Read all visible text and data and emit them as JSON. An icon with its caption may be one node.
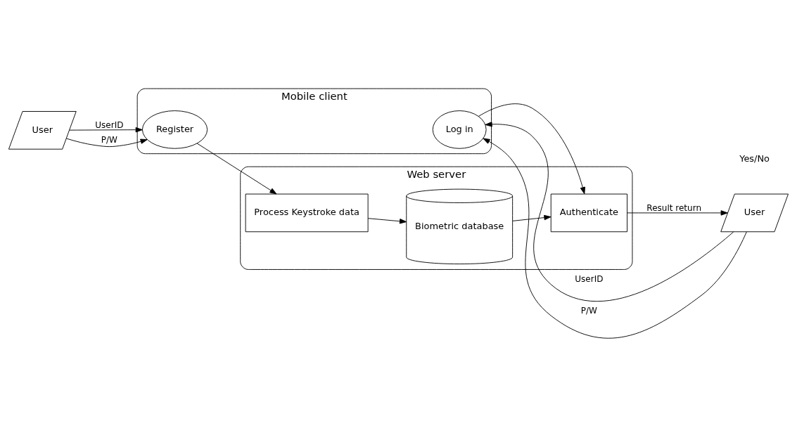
{
  "diagram": {
    "nodes": [
      {
        "text": [
          "User"
        ]
      },
      {
        "text": [
          "Mobile client"
        ]
      },
      {
        "text": [
          "Register"
        ],
        "in": 1
      },
      {
        "text": [
          "Log in"
        ],
        "in": 1
      },
      {
        "text": [
          "Web server"
        ]
      },
      {
        "text": [
          "Process Keystroke data"
        ],
        "in": 4
      },
      {
        "text": [
          "Biometric database"
        ],
        "in": 4
      },
      {
        "text": [
          "Authenticate"
        ],
        "in": 4
      },
      {
        "text": [
          "User"
        ]
      }
    ],
    "edges": [
      {
        "from": 0,
        "to": 2,
        "arrow": "to",
        "label": "UserID"
      },
      {
        "from": 0,
        "to": 2,
        "arrow": "to",
        "label": "P/W"
      },
      {
        "from": 8,
        "to": 3,
        "arrow": "to",
        "label": "UserID"
      },
      {
        "from": 8,
        "to": 3,
        "arrow": "to",
        "label": "P/W"
      },
      {
        "from": 2,
        "to": 5,
        "arrow": "to"
      },
      {
        "from": 5,
        "to": 6,
        "arrow": "to"
      },
      {
        "from": 3,
        "to": 7,
        "arrow": "to"
      },
      {
        "from": 6,
        "to": 7,
        "arrow": "to"
      },
      {
        "from": 7,
        "to": 8,
        "arrow": "to",
        "label": "Result return"
      }
    ],
    "labels": [
      "Yes/No"
    ]
  }
}
